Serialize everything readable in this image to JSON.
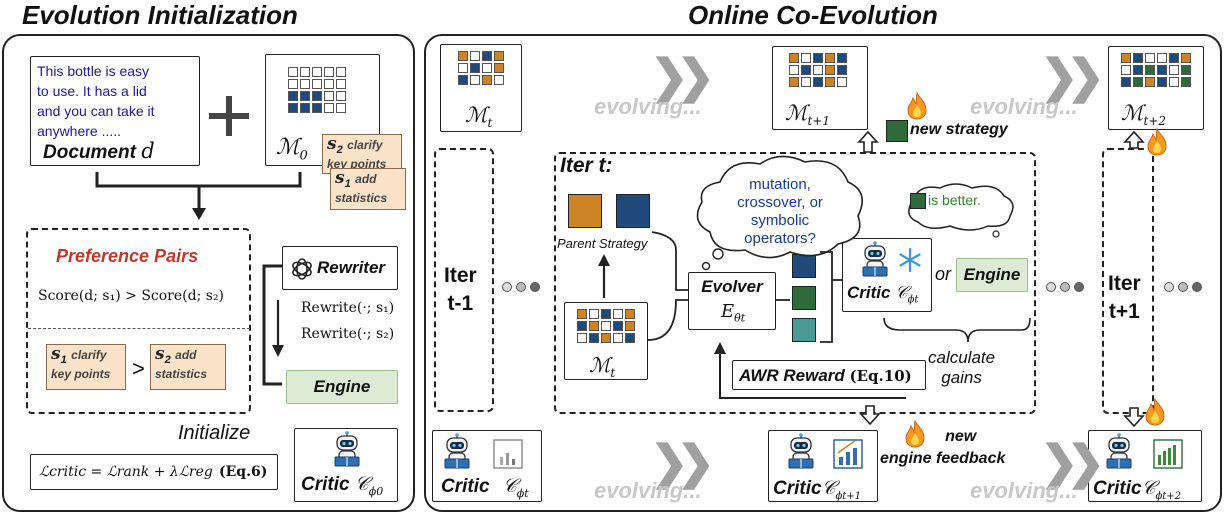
{
  "titles": {
    "left": "Evolution Initialization",
    "right": "Online Co-Evolution"
  },
  "init": {
    "document_text_lines": [
      "This bottle is easy",
      "to use. It has a lid",
      "and you can take it",
      "anywhere ....."
    ],
    "document_label": "Document",
    "document_var": "d",
    "memory_label": "ℳ",
    "memory_sub": "0",
    "note_s2_sym": "s",
    "note_s2_sub": "2",
    "note_s2_text": "clarify key points",
    "note_s1_sym": "s",
    "note_s1_sub": "1",
    "note_s1_text": "add statistics",
    "pref_title": "Preference Pairs",
    "score_eq": "Score(d; s₁) > Score(d; s₂)",
    "rewrite_1": "Rewrite(·; s₁)",
    "rewrite_2": "Rewrite(·; s₂)",
    "pref_s1_text": "clarify key points",
    "pref_s2_text": "add statistics",
    "pref_gt": ">",
    "rewriter_label": "Rewriter",
    "engine_label": "Engine",
    "initialize_label": "Initialize",
    "loss_eq": "ℒcritic = ℒrank + λℒreg",
    "loss_ref": "(Eq.6)",
    "critic_label": "Critic",
    "critic_var": "𝒞",
    "critic_sub": "ϕ0"
  },
  "online": {
    "evolving": "evolving...",
    "mt_label": "ℳ",
    "mt_sub": "t",
    "mt1_sub": "t+1",
    "mt2_sub": "t+2",
    "new_strategy": "new strategy",
    "iter_t": "Iter t:",
    "iter_prev_1": "Iter",
    "iter_prev_2": "t-1",
    "iter_next_1": "Iter",
    "iter_next_2": "t+1",
    "parent_strategy": "Parent Strategy",
    "thought": "mutation, crossover, or symbolic operators?",
    "better": "is better.",
    "evolver_label": "Evolver",
    "evolver_var": "E",
    "evolver_sub": "θt",
    "critic_label": "Critic",
    "critic_var": "𝒞",
    "critic_sub_t": "ϕt",
    "critic_sub_t1": "ϕt+1",
    "critic_sub_t2": "ϕt+2",
    "or_label": "or",
    "engine_label": "Engine",
    "calc_gains_1": "calculate",
    "calc_gains_2": "gains",
    "awr_label": "AWR Reward",
    "awr_ref": "(Eq.10)",
    "new_engine_1": "new",
    "new_engine_2": "engine feedback"
  },
  "colors": {
    "orange": "#cc8427",
    "navy": "#1f4a7a",
    "green": "#2f6b3a",
    "teal": "#4b9a95",
    "white_cell": "#ffffff",
    "pref_red": "#c0392b",
    "doc_blue": "#1a1a9a",
    "note_bg": "#fbe3c9",
    "engine_bg": "#dcebd5",
    "thought_blue": "#1a3a9a",
    "better_green": "#2a8a2a",
    "evolving_gray": "#c8c8c8"
  },
  "icons": [
    "plus-icon",
    "openai-icon",
    "robot-icon",
    "snowflake-icon",
    "fire-icon",
    "bar-chart-icon",
    "chevron-right-icon",
    "dot-icon",
    "arrow-up-icon",
    "arrow-down-icon"
  ]
}
